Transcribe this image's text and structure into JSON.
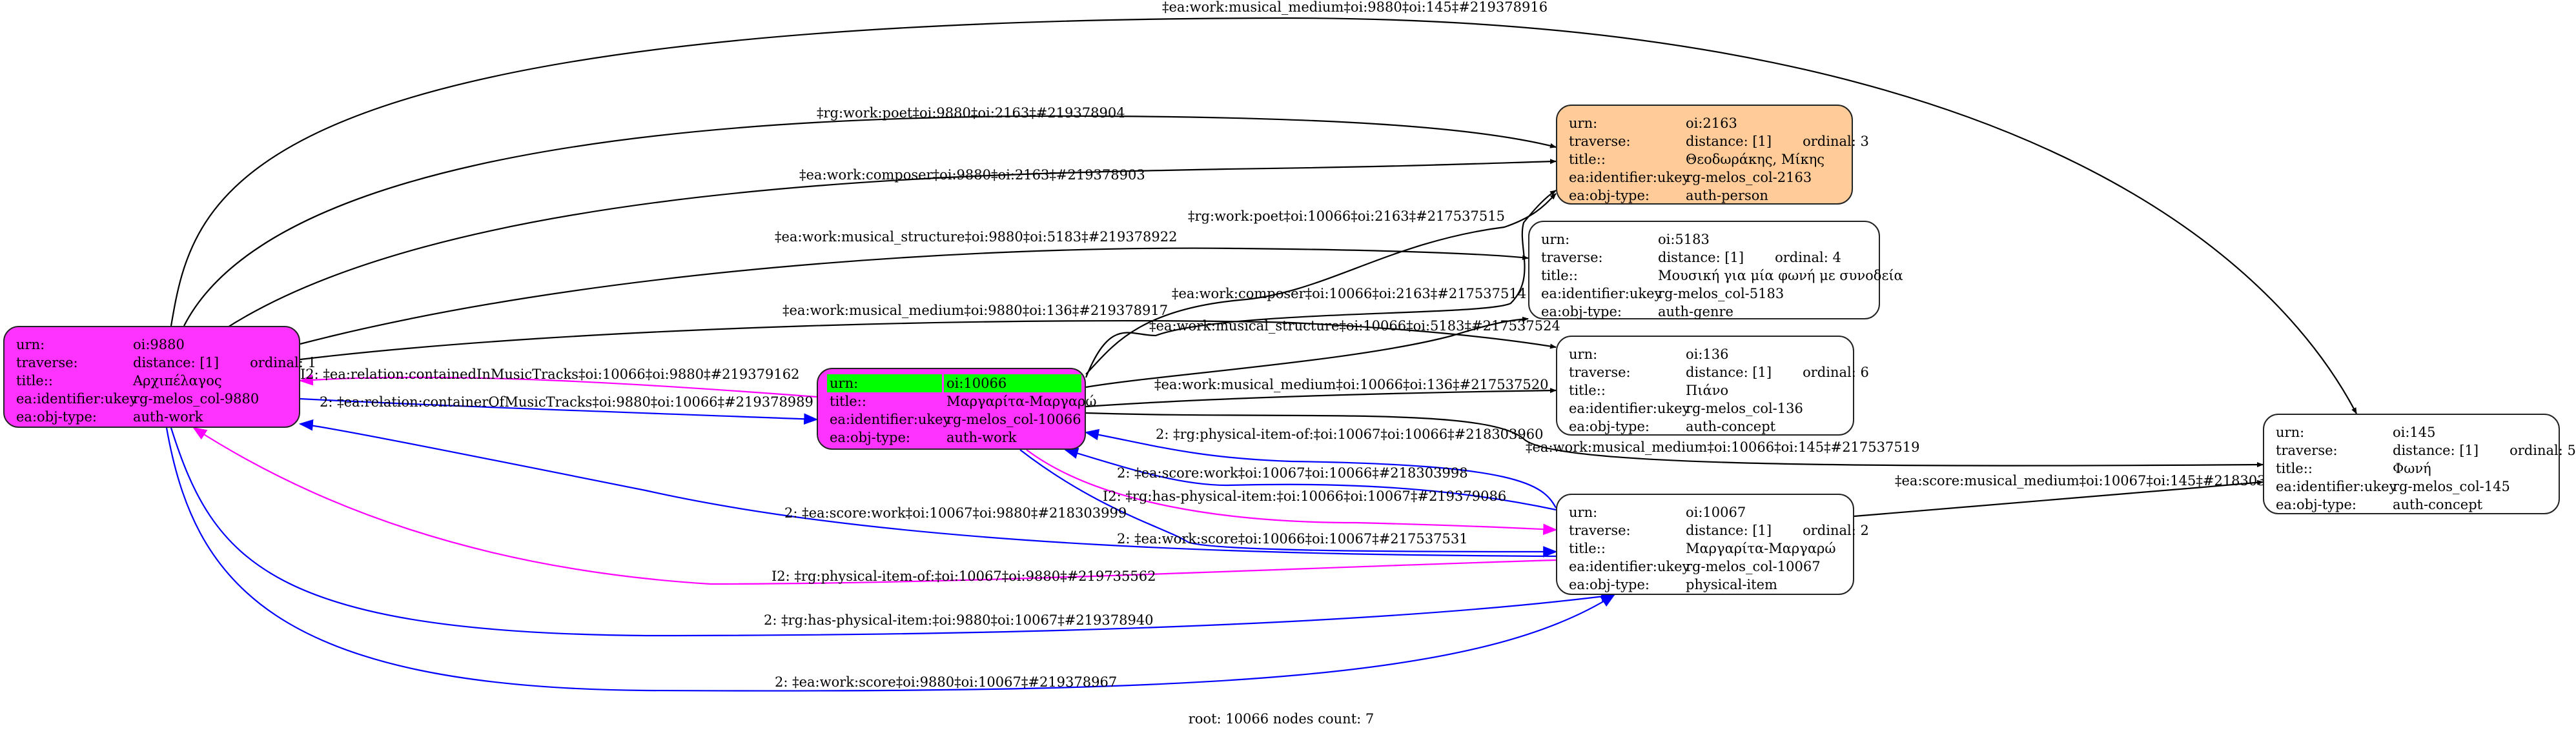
{
  "graph": {
    "root_label": "root: 10066 nodes count: 7",
    "colors": {
      "work_fill": "#ff33ff",
      "person_fill": "#ffcc99",
      "default_fill": "#ffffff",
      "root_highlight": "#00ff00",
      "edge_default": "#000000",
      "edge_blue": "#0000ff",
      "edge_magenta": "#ff00ff"
    },
    "nodes": [
      {
        "id": "n9880",
        "urn": "oi:9880",
        "distance": "distance: [1]",
        "ordinal": "ordinal: 1",
        "title": "Αρχιπέλαγος",
        "ukey": "rg-melos_col-9880",
        "obj_type": "auth-work",
        "fill": "#ff33ff"
      },
      {
        "id": "n10066",
        "urn": "oi:10066",
        "root": true,
        "title": "Μαργαρίτα-Μαργαρώ",
        "ukey": "rg-melos_col-10066",
        "obj_type": "auth-work",
        "fill": "#ff33ff"
      },
      {
        "id": "n2163",
        "urn": "oi:2163",
        "distance": "distance: [1]",
        "ordinal": "ordinal: 3",
        "title": "Θεοδωράκης, Μίκης",
        "ukey": "rg-melos_col-2163",
        "obj_type": "auth-person",
        "fill": "#ffcc99"
      },
      {
        "id": "n5183",
        "urn": "oi:5183",
        "distance": "distance: [1]",
        "ordinal": "ordinal: 4",
        "title": "Μουσική για μία φωνή με συνοδεία",
        "ukey": "rg-melos_col-5183",
        "obj_type": "auth-genre",
        "fill": "#ffffff"
      },
      {
        "id": "n136",
        "urn": "oi:136",
        "distance": "distance: [1]",
        "ordinal": "ordinal: 6",
        "title": "Πιάνο",
        "ukey": "rg-melos_col-136",
        "obj_type": "auth-concept",
        "fill": "#ffffff"
      },
      {
        "id": "n10067",
        "urn": "oi:10067",
        "distance": "distance: [1]",
        "ordinal": "ordinal: 2",
        "title": "Μαργαρίτα-Μαργαρώ",
        "ukey": "rg-melos_col-10067",
        "obj_type": "physical-item",
        "fill": "#ffffff"
      },
      {
        "id": "n145",
        "urn": "oi:145",
        "distance": "distance: [1]",
        "ordinal": "ordinal: 5",
        "title": "Φωνή",
        "ukey": "rg-melos_col-145",
        "obj_type": "auth-concept",
        "fill": "#ffffff"
      }
    ],
    "field_labels": {
      "urn": "urn:",
      "traverse": "traverse:",
      "title": "title::",
      "ukey": "ea:identifier:ukey",
      "obj_type": "ea:obj-type:"
    },
    "edges": [
      {
        "from": "n9880",
        "to": "n145",
        "color": "black",
        "label": "‡ea:work:musical_medium‡oi:9880‡oi:145‡#219378916"
      },
      {
        "from": "n9880",
        "to": "n2163",
        "color": "black",
        "label": "‡rg:work:poet‡oi:9880‡oi:2163‡#219378904"
      },
      {
        "from": "n9880",
        "to": "n2163",
        "color": "black",
        "label": "‡ea:work:composer‡oi:9880‡oi:2163‡#219378903"
      },
      {
        "from": "n9880",
        "to": "n5183",
        "color": "black",
        "label": "‡ea:work:musical_structure‡oi:9880‡oi:5183‡#219378922"
      },
      {
        "from": "n9880",
        "to": "n136",
        "color": "black",
        "label": "‡ea:work:musical_medium‡oi:9880‡oi:136‡#219378917"
      },
      {
        "from": "n10066",
        "to": "n9880",
        "color": "magenta",
        "label": "I2: ‡ea:relation:containedInMusicTracks‡oi:10066‡oi:9880‡#219379162"
      },
      {
        "from": "n9880",
        "to": "n10066",
        "color": "blue",
        "label": "2: ‡ea:relation:containerOfMusicTracks‡oi:9880‡oi:10066‡#219378989"
      },
      {
        "from": "n10066",
        "to": "n2163",
        "color": "black",
        "label": "‡rg:work:poet‡oi:10066‡oi:2163‡#217537515"
      },
      {
        "from": "n10066",
        "to": "n2163",
        "color": "black",
        "label": "‡ea:work:composer‡oi:10066‡oi:2163‡#217537514"
      },
      {
        "from": "n10066",
        "to": "n5183",
        "color": "black",
        "label": "‡ea:work:musical_structure‡oi:10066‡oi:5183‡#217537524"
      },
      {
        "from": "n10066",
        "to": "n136",
        "color": "black",
        "label": "‡ea:work:musical_medium‡oi:10066‡oi:136‡#217537520"
      },
      {
        "from": "n10066",
        "to": "n145",
        "color": "black",
        "label": "‡ea:work:musical_medium‡oi:10066‡oi:145‡#217537519"
      },
      {
        "from": "n10067",
        "to": "n10066",
        "color": "blue",
        "label": "2: ‡rg:physical-item-of:‡oi:10067‡oi:10066‡#218303960"
      },
      {
        "from": "n10067",
        "to": "n10066",
        "color": "blue",
        "label": "2: ‡ea:score:work‡oi:10067‡oi:10066‡#218303998"
      },
      {
        "from": "n10066",
        "to": "n10067",
        "color": "magenta",
        "label": "I2: ‡rg:has-physical-item:‡oi:10066‡oi:10067‡#219379086"
      },
      {
        "from": "n10066",
        "to": "n10067",
        "color": "blue",
        "label": "2: ‡ea:work:score‡oi:10066‡oi:10067‡#217537531"
      },
      {
        "from": "n10067",
        "to": "n9880",
        "color": "blue",
        "label": "2: ‡ea:score:work‡oi:10067‡oi:9880‡#218303999"
      },
      {
        "from": "n10067",
        "to": "n9880",
        "color": "magenta",
        "label": "I2: ‡rg:physical-item-of:‡oi:10067‡oi:9880‡#219735562"
      },
      {
        "from": "n9880",
        "to": "n10067",
        "color": "blue",
        "label": "2: ‡rg:has-physical-item:‡oi:9880‡oi:10067‡#219378940"
      },
      {
        "from": "n9880",
        "to": "n10067",
        "color": "blue",
        "label": "2: ‡ea:work:score‡oi:9880‡oi:10067‡#219378967"
      },
      {
        "from": "n10067",
        "to": "n145",
        "color": "black",
        "label": "‡ea:score:musical_medium‡oi:10067‡oi:145‡#218303975"
      }
    ]
  }
}
